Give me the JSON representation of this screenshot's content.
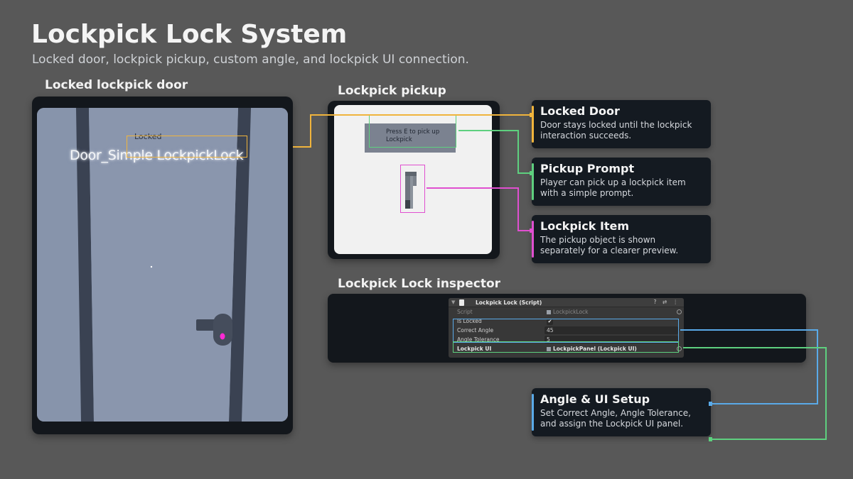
{
  "header": {
    "title": "Lockpick Lock System",
    "subtitle": "Locked door, lockpick pickup, custom angle, and lockpick UI connection."
  },
  "sections": {
    "door": "Locked lockpick door",
    "pickup": "Lockpick pickup",
    "inspector": "Lockpick Lock inspector"
  },
  "door_scene": {
    "locked_text": "Locked",
    "world_label": "Door_Simple LockpickLock"
  },
  "pickup_scene": {
    "prompt": "Press E to pick up Lockpick"
  },
  "callouts": [
    {
      "title": "Locked Door",
      "desc": "Door stays locked until the lockpick interaction succeeds.",
      "accent": "#f0b43c"
    },
    {
      "title": "Pickup Prompt",
      "desc": "Player can pick up a lockpick item with a simple prompt.",
      "accent": "#5ed07f"
    },
    {
      "title": "Lockpick Item",
      "desc": "The pickup object is shown separately for a clearer preview.",
      "accent": "#e04fd0"
    },
    {
      "title": "Angle & UI Setup",
      "desc": "Set Correct Angle, Angle Tolerance, and assign the Lockpick UI panel.",
      "accent": "#5aaae8"
    }
  ],
  "inspector": {
    "component_title": "Lockpick Lock (Script)",
    "header_icons": "? ⇄ ⋮",
    "rows": {
      "script": {
        "label": "Script",
        "value": "LockpickLock"
      },
      "is_locked": {
        "label": "Is Locked",
        "value": "✔"
      },
      "correct_angle": {
        "label": "Correct Angle",
        "value": "45"
      },
      "angle_tolerance": {
        "label": "Angle Tolerance",
        "value": "5"
      },
      "lockpick_ui": {
        "label": "Lockpick UI",
        "value": "LockpickPanel (Lockpick UI)"
      }
    }
  },
  "colors": {
    "background": "#585858",
    "door_accent": "#f0b43c",
    "prompt_accent": "#5ed07f",
    "item_accent": "#e04fd0",
    "setup_accent": "#5aaae8"
  }
}
